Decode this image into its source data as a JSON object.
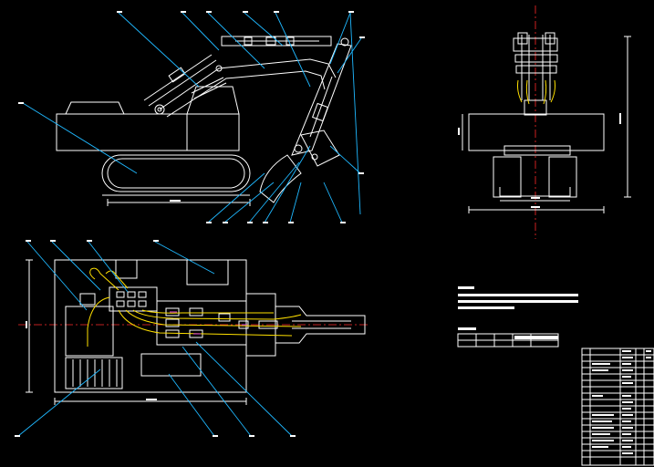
{
  "drawing": {
    "background": "#000000",
    "colors": {
      "outline": "#ffffff",
      "leader": "#1fb8ff",
      "centerline": "#ff2a2a",
      "hydraulic_hose": "#ffe000",
      "accent": "#e040e0"
    },
    "views": [
      "side-elevation",
      "end-elevation",
      "plan-view",
      "technical-notes",
      "title-block"
    ]
  }
}
